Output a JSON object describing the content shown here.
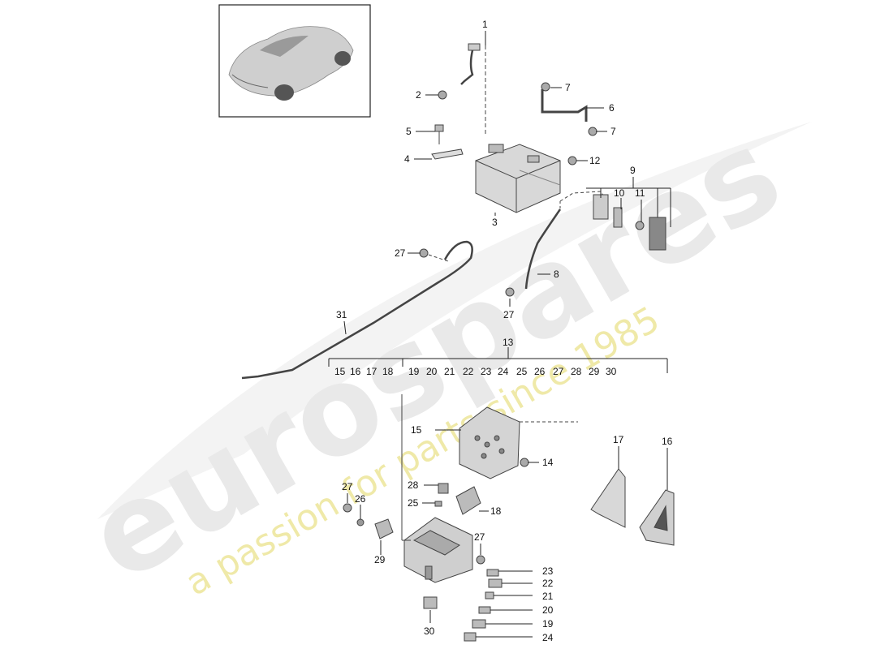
{
  "watermark": {
    "brand": "eurospares",
    "tagline": "a passion for parts since 1985",
    "brand_color": "#e9e9e9",
    "tagline_color": "#efe9a8"
  },
  "thumbnail": {
    "icon": "car-thumbnail-icon"
  },
  "group_13": {
    "label": "13",
    "numbers": [
      "15",
      "16",
      "17",
      "18",
      "19",
      "20",
      "21",
      "22",
      "23",
      "24",
      "25",
      "26",
      "27",
      "28",
      "29",
      "30"
    ]
  },
  "callouts": [
    {
      "id": "c1",
      "text": "1"
    },
    {
      "id": "c2",
      "text": "2"
    },
    {
      "id": "c7a",
      "text": "7"
    },
    {
      "id": "c6",
      "text": "6"
    },
    {
      "id": "c7b",
      "text": "7"
    },
    {
      "id": "c5",
      "text": "5"
    },
    {
      "id": "c4",
      "text": "4"
    },
    {
      "id": "c12",
      "text": "12"
    },
    {
      "id": "c9",
      "text": "9"
    },
    {
      "id": "c10",
      "text": "10"
    },
    {
      "id": "c11",
      "text": "11"
    },
    {
      "id": "c3",
      "text": "3"
    },
    {
      "id": "c27a",
      "text": "27"
    },
    {
      "id": "c8",
      "text": "8"
    },
    {
      "id": "c27b",
      "text": "27"
    },
    {
      "id": "c31",
      "text": "31"
    },
    {
      "id": "c15",
      "text": "15"
    },
    {
      "id": "c14",
      "text": "14"
    },
    {
      "id": "c17",
      "text": "17"
    },
    {
      "id": "c16",
      "text": "16"
    },
    {
      "id": "c28",
      "text": "28"
    },
    {
      "id": "c25",
      "text": "25"
    },
    {
      "id": "c18",
      "text": "18"
    },
    {
      "id": "c27c",
      "text": "27"
    },
    {
      "id": "c26",
      "text": "26"
    },
    {
      "id": "c29",
      "text": "29"
    },
    {
      "id": "c27d",
      "text": "27"
    },
    {
      "id": "c23",
      "text": "23"
    },
    {
      "id": "c22",
      "text": "22"
    },
    {
      "id": "c21",
      "text": "21"
    },
    {
      "id": "c20",
      "text": "20"
    },
    {
      "id": "c19",
      "text": "19"
    },
    {
      "id": "c24",
      "text": "24"
    },
    {
      "id": "c30",
      "text": "30"
    }
  ]
}
